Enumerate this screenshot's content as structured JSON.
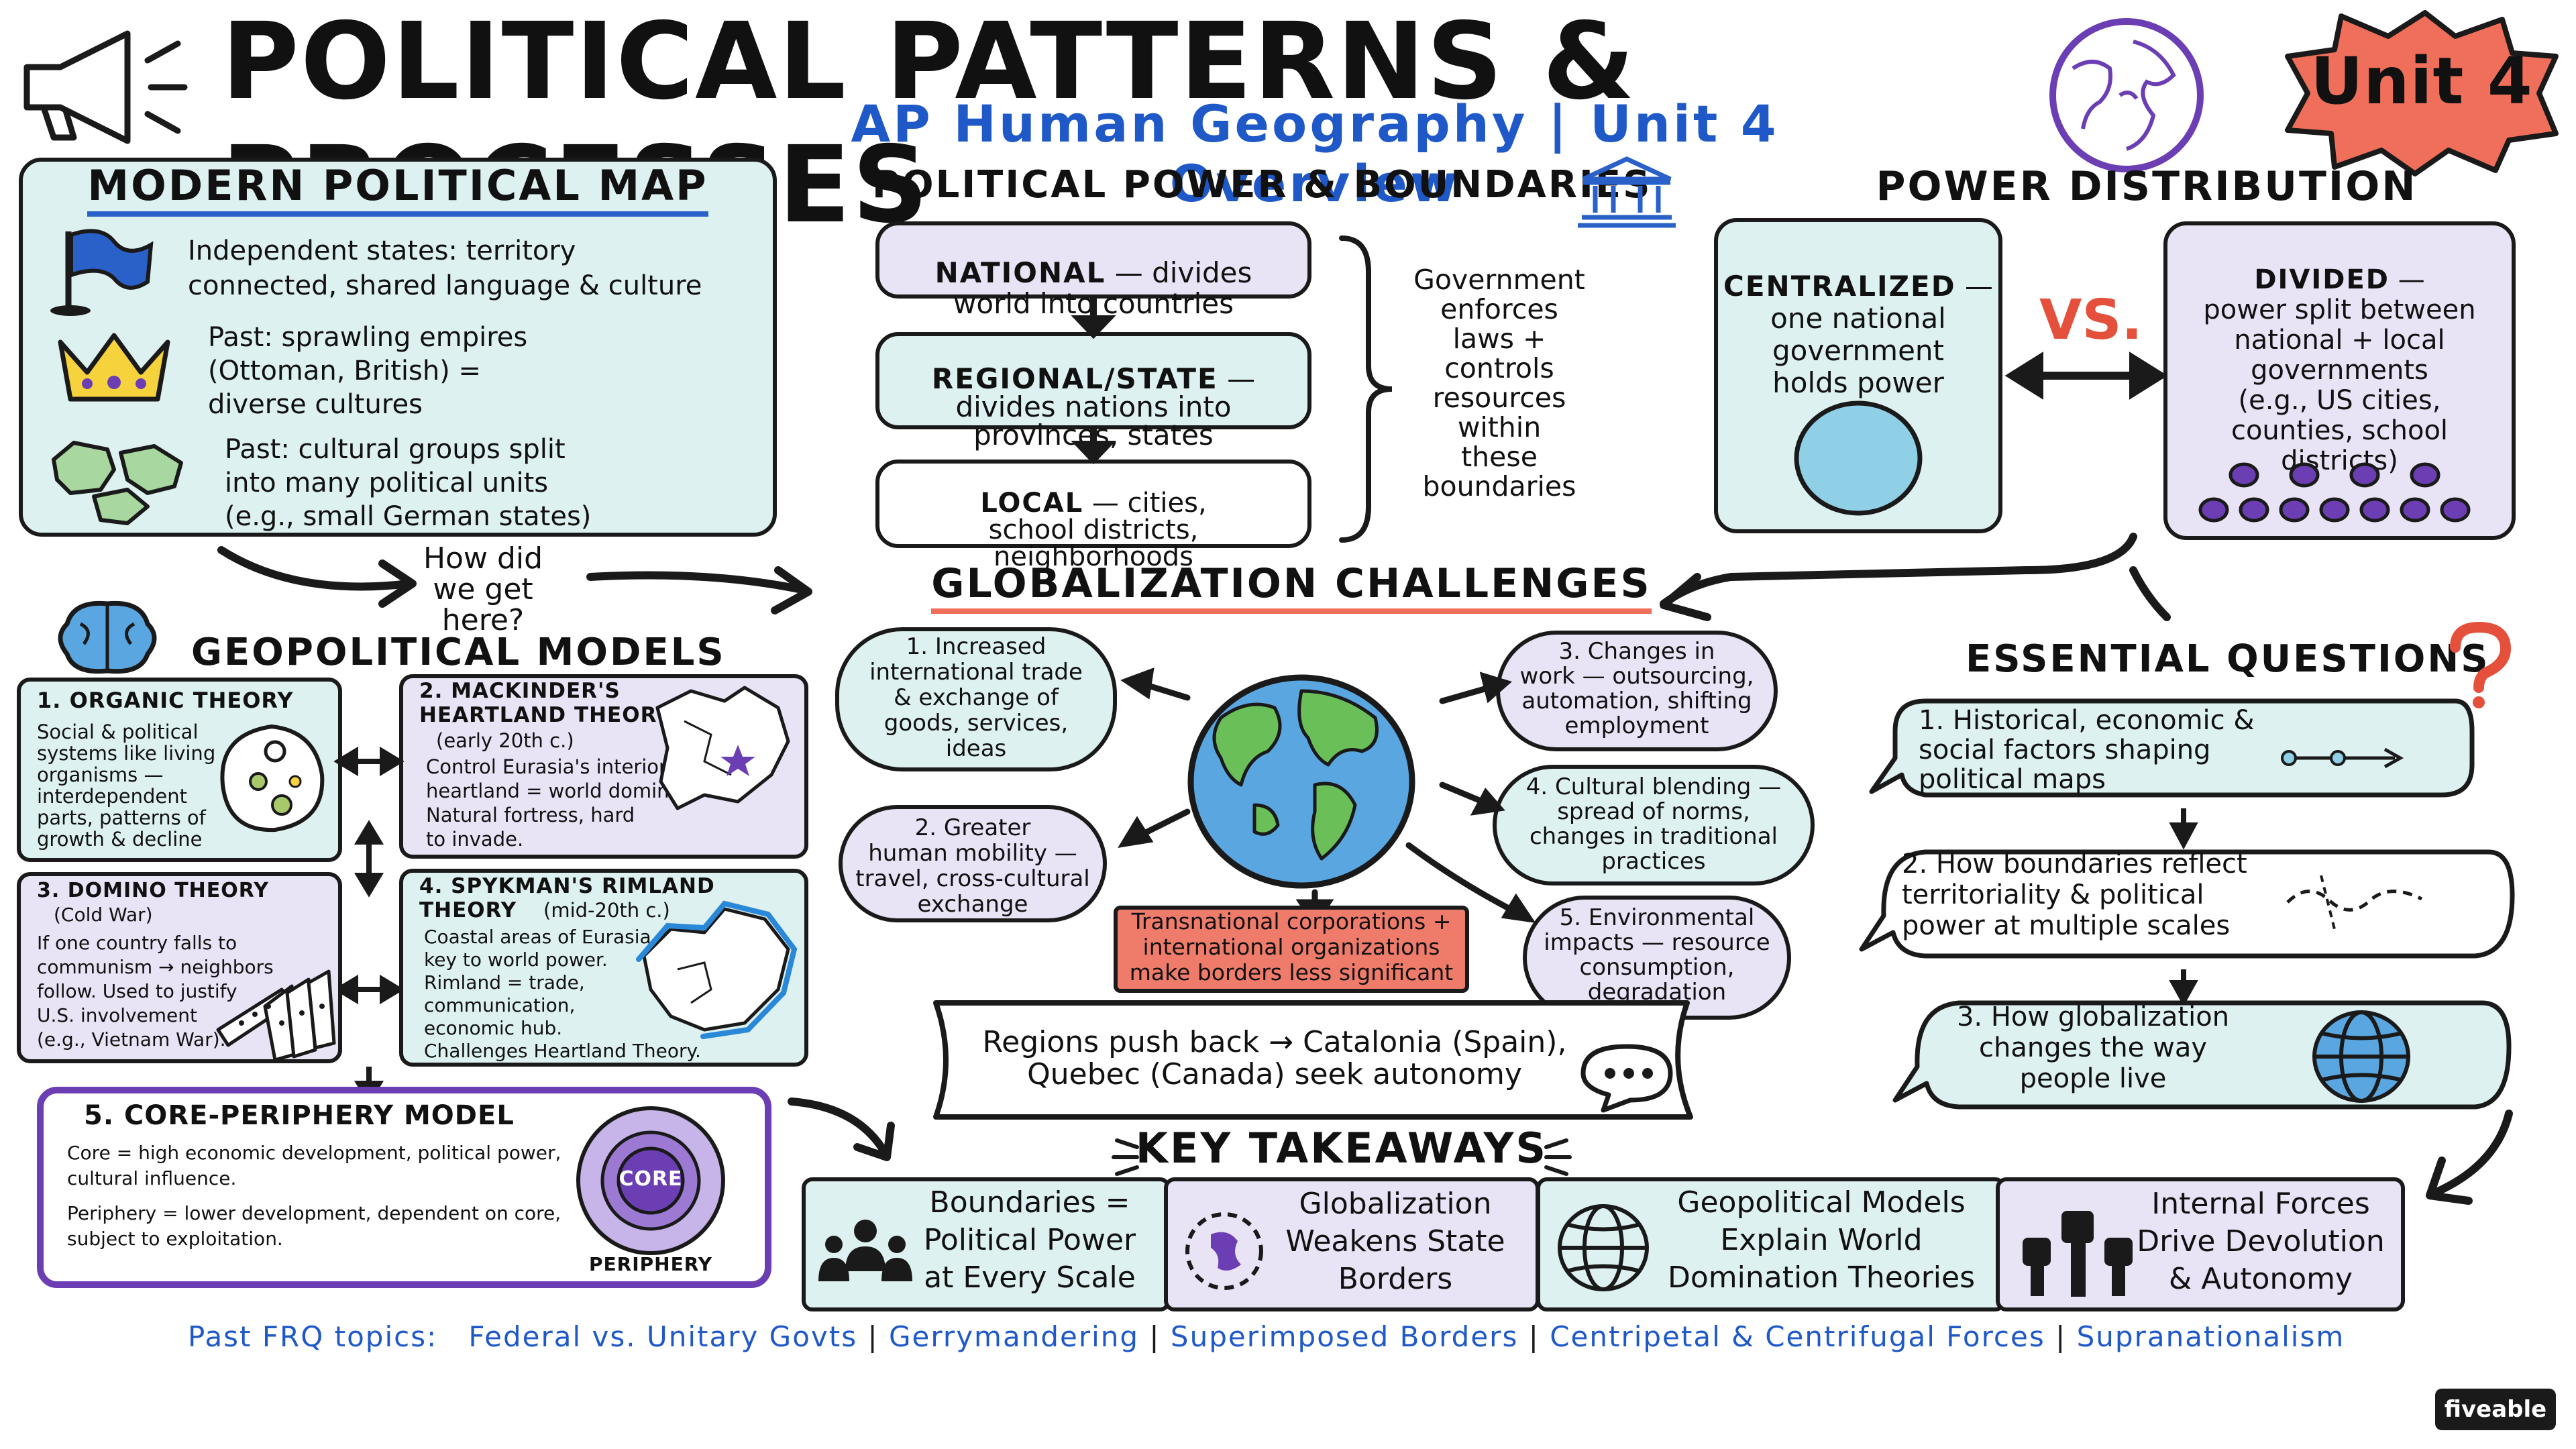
{
  "title": "POLITICAL PATTERNS & PROCESSES",
  "subtitle": "AP Human Geography | Unit 4 Overview",
  "unit_badge": "Unit 4",
  "modern_map": {
    "heading": "MODERN POLITICAL MAP",
    "items": [
      "Independent states: territory\nconnected, shared language & culture",
      "Past: sprawling empires\n(Ottoman, British) =\ndiverse cultures",
      "Past: cultural groups split\ninto many political units\n(e.g., small German states)"
    ]
  },
  "how_did_we_get_here": "How did\nwe get\nhere?",
  "power_boundaries": {
    "heading": "POLITICAL POWER & BOUNDARIES",
    "levels": [
      {
        "name": "NATIONAL",
        "text": "— divides\nworld into countries"
      },
      {
        "name": "REGIONAL/STATE",
        "text": "—\ndivides nations into\nprovinces, states"
      },
      {
        "name": "LOCAL",
        "text": "— cities,\nschool districts,\nneighborhoods"
      }
    ],
    "note": "Government\nenforces\nlaws +\ncontrols\nresources\nwithin\nthese\nboundaries"
  },
  "power_distribution": {
    "heading": "POWER DISTRIBUTION",
    "centralized": {
      "name": "CENTRALIZED",
      "text": "—\none national\ngovernment\nholds power"
    },
    "vs": "VS.",
    "divided": {
      "name": "DIVIDED",
      "text": "—\npower split between\nnational + local\ngovernments\n(e.g., US cities,\ncounties, school\ndistricts)"
    }
  },
  "geopolitical_models": {
    "heading": "GEOPOLITICAL MODELS",
    "models": [
      {
        "title": "1. ORGANIC THEORY",
        "text": "Social & political\nsystems like living\norganisms —\ninterdependent\nparts, patterns of\ngrowth & decline"
      },
      {
        "title": "2. MACKINDER'S\nHEARTLAND THEORY",
        "sub": "(early 20th c.)",
        "text": "Control Eurasia's interior\nheartland = world domination.\nNatural fortress, hard\nto invade."
      },
      {
        "title": "3. DOMINO THEORY",
        "sub": "(Cold War)",
        "text": "If one country falls to\ncommunism → neighbors\nfollow. Used to justify\nU.S. involvement\n(e.g., Vietnam War)."
      },
      {
        "title": "4. SPYKMAN'S RIMLAND\nTHEORY",
        "sub": "(mid-20th c.)",
        "text": "Coastal areas of Eurasia =\nkey to world power.\nRimland = trade,\ncommunication,\neconomic hub.\nChallenges Heartland Theory."
      },
      {
        "title": "5. CORE-PERIPHERY MODEL",
        "text1": "Core = high economic development, political power,\ncultural influence.",
        "text2": "Periphery = lower development, dependent on core,\nsubject to exploitation.",
        "core_label": "CORE",
        "periphery_label": "PERIPHERY"
      }
    ]
  },
  "globalization": {
    "heading": "GLOBALIZATION CHALLENGES",
    "items": [
      "1. Increased\ninternational trade\n& exchange of\ngoods, services,\nideas",
      "2. Greater\nhuman mobility —\ntravel, cross-cultural\nexchange",
      "3. Changes in\nwork — outsourcing,\nautomation, shifting\nemployment",
      "4. Cultural blending —\nspread of norms,\nchanges in traditional\npractices",
      "5. Environmental\nimpacts — resource\nconsumption,\ndegradation"
    ],
    "transnational": "Transnational corporations +\ninternational organizations\nmake borders less significant",
    "pushback": "Regions push back → Catalonia (Spain),\nQuebec (Canada) seek autonomy"
  },
  "essential_questions": {
    "heading": "ESSENTIAL QUESTIONS",
    "items": [
      "1. Historical, economic &\nsocial factors shaping\npolitical maps",
      "2. How boundaries reflect\nterritoriality & political\npower at multiple scales",
      "3. How globalization\nchanges the way\npeople live"
    ]
  },
  "takeaways": {
    "heading": "KEY TAKEAWAYS",
    "items": [
      "Boundaries =\nPolitical Power\nat Every Scale",
      "Globalization\nWeakens State\nBorders",
      "Geopolitical Models\nExplain World\nDomination Theories",
      "Internal Forces\nDrive Devolution\n& Autonomy"
    ]
  },
  "frq": {
    "label": "Past FRQ topics:",
    "topics": [
      "Federal vs. Unitary Govts",
      "Gerrymandering",
      "Superimposed Borders",
      "Centripetal & Centrifugal Forces",
      "Supranationalism"
    ],
    "sep": "|"
  },
  "brand": "fiveable",
  "icons": [
    "megaphone-icon",
    "globe-icon",
    "flag-icon",
    "crown-icon",
    "map-fragments-icon",
    "capitol-icon",
    "brain-icon",
    "question-mark-icon",
    "earth-icon",
    "speech-bubble-icon",
    "people-icon",
    "globe-wire-icon",
    "fists-icon"
  ],
  "colors": {
    "teal": "#ddf1f0",
    "lavender": "#e9e3f6",
    "purple": "#6b3fb3",
    "blue": "#1f59c8",
    "coral": "#ef7b6b",
    "red": "#e4503c"
  }
}
